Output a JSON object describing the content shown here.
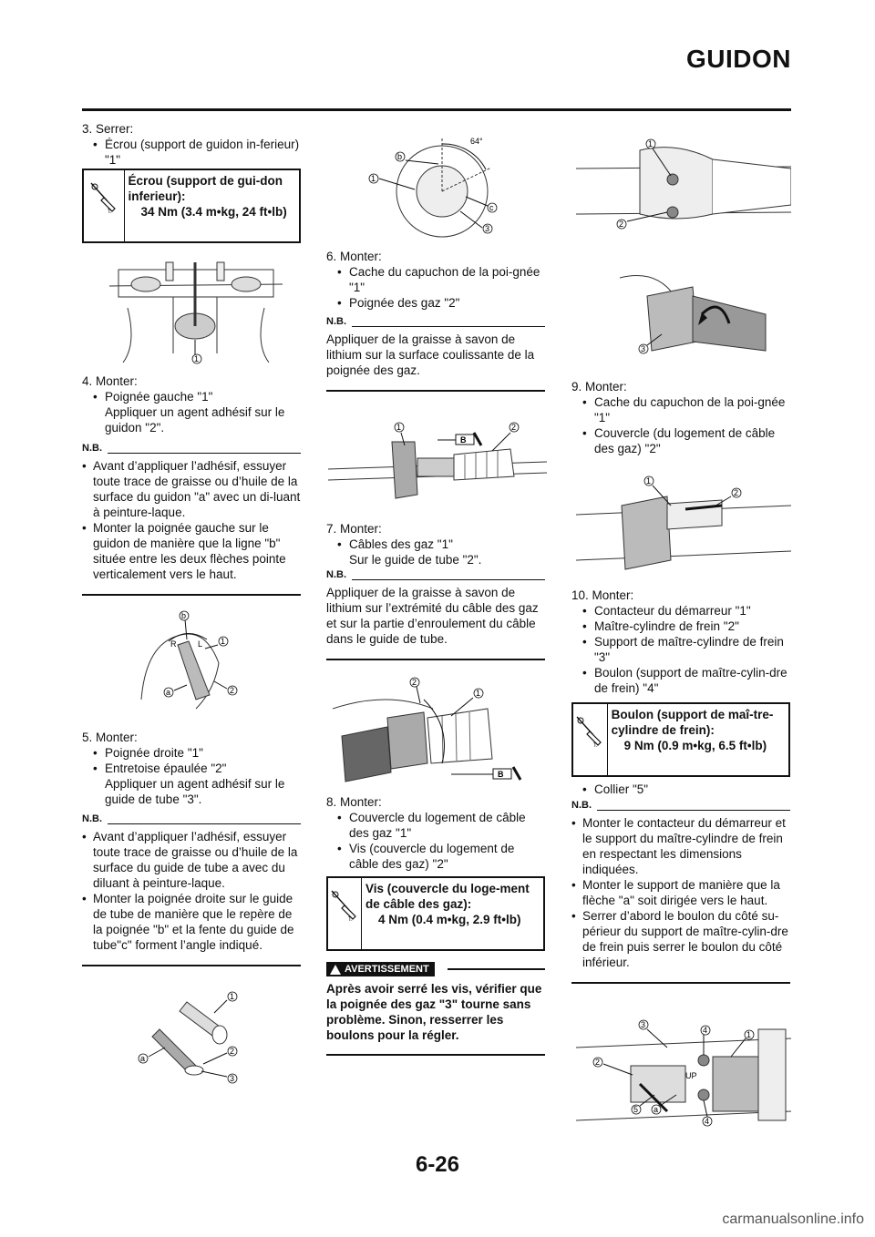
{
  "header": {
    "title": "GUIDON"
  },
  "footer": {
    "page_number": "6-26",
    "watermark": "carmanualsonline.info"
  },
  "col1": {
    "step3": {
      "num": "3. Serrer:",
      "items": [
        "Écrou (support de guidon in-ferieur) \"1\""
      ]
    },
    "torque1": {
      "name": "Écrou (support de gui-don inferieur):",
      "value": "34 Nm (3.4 m•kg, 24 ft•lb)"
    },
    "fig1": {
      "callouts": [
        "1"
      ]
    },
    "step4": {
      "num": "4. Monter:",
      "items": [
        "Poignée gauche \"1\""
      ],
      "sub": "Appliquer un agent adhésif sur le guidon \"2\"."
    },
    "nb4": {
      "label": "N.B.",
      "items": [
        "Avant d’appliquer l’adhésif, essuyer toute trace de graisse ou d’huile de la surface du guidon \"a\" avec un di-luant à peinture-laque.",
        "Monter la poignée gauche sur le guidon de manière que la ligne \"b\" située entre les deux flèches pointe verticalement vers le haut."
      ]
    },
    "fig2": {
      "callouts": [
        "b",
        "1",
        "a",
        "2"
      ],
      "marks": [
        "R",
        "L"
      ]
    },
    "step5": {
      "num": "5. Monter:",
      "items": [
        "Poignée droite \"1\"",
        "Entretoise épaulée \"2\""
      ],
      "sub": "Appliquer un agent adhésif sur le guide de tube \"3\"."
    },
    "nb5": {
      "label": "N.B.",
      "items": [
        "Avant d’appliquer l’adhésif, essuyer toute trace de graisse ou d’huile de la surface du guide de tube a avec du diluant à peinture-laque.",
        "Monter la poignée droite sur le guide de tube de manière que le repère de la poignée \"b\" et la fente du guide de tube\"c\" forment l’angle indiqué."
      ]
    },
    "fig3": {
      "callouts": [
        "1",
        "a",
        "2",
        "3"
      ]
    }
  },
  "col2": {
    "fig4": {
      "callouts": [
        "b",
        "1",
        "c",
        "3"
      ],
      "angle": "64°"
    },
    "step6": {
      "num": "6. Monter:",
      "items": [
        "Cache du capuchon de la poi-gnée \"1\"",
        "Poignée des gaz \"2\""
      ]
    },
    "nb6": {
      "label": "N.B.",
      "text": "Appliquer de la graisse à savon de lithium sur la surface coulissante de la poignée des gaz."
    },
    "fig5": {
      "callouts": [
        "1",
        "2"
      ],
      "marks": [
        "B"
      ]
    },
    "step7": {
      "num": "7. Monter:",
      "items": [
        "Câbles des gaz \"1\""
      ],
      "sub": "Sur le guide de tube \"2\"."
    },
    "nb7": {
      "label": "N.B.",
      "text": "Appliquer de la graisse à savon de lithium sur l’extrémité du câble des gaz et sur la partie d’enroulement du câble dans le guide de tube."
    },
    "fig6": {
      "callouts": [
        "2",
        "1"
      ],
      "marks": [
        "B"
      ]
    },
    "step8": {
      "num": "8. Monter:",
      "items": [
        "Couvercle du logement de câble des gaz \"1\"",
        "Vis (couvercle du logement de câble des gaz) \"2\""
      ]
    },
    "torque2": {
      "name": "Vis (couvercle du loge-ment de câble des gaz):",
      "value": "4 Nm (0.4 m•kg, 2.9 ft•lb)"
    },
    "warning": {
      "label": "AVERTISSEMENT",
      "text": "Après avoir serré les vis, vérifier que la poignée des gaz \"3\" tourne sans problème. Sinon, resserrer les boulons pour la régler."
    }
  },
  "col3": {
    "fig7": {
      "callouts": [
        "1",
        "2"
      ]
    },
    "fig8": {
      "callouts": [
        "3"
      ]
    },
    "step9": {
      "num": "9. Monter:",
      "items": [
        "Cache du capuchon de la poi-gnée \"1\"",
        "Couvercle (du logement de câble des gaz) \"2\""
      ]
    },
    "fig9": {
      "callouts": [
        "1",
        "2"
      ]
    },
    "step10": {
      "num": "10. Monter:",
      "items": [
        "Contacteur du démarreur \"1\"",
        "Maître-cylindre de frein \"2\"",
        "Support de maître-cylindre de frein \"3\"",
        "Boulon (support de maître-cylin-dre de frein) \"4\""
      ]
    },
    "torque3": {
      "name": "Boulon (support de maî-tre-cylindre de frein):",
      "value": "9 Nm (0.9 m•kg, 6.5 ft•lb)"
    },
    "step10b": {
      "items": [
        "Collier \"5\""
      ]
    },
    "nb10": {
      "label": "N.B.",
      "items": [
        "Monter le contacteur du démarreur et le support du maître-cylindre de frein en respectant les dimensions indiquées.",
        "Monter le support de manière que la flèche \"a\" soit dirigée vers le haut.",
        "Serrer d’abord le boulon du côté su-périeur du support de maître-cylin-dre de frein puis serrer le boulon du côté inférieur."
      ]
    },
    "fig10": {
      "callouts": [
        "3",
        "4",
        "1",
        "2",
        "5",
        "a",
        "4"
      ],
      "marks": [
        "UP"
      ]
    }
  }
}
